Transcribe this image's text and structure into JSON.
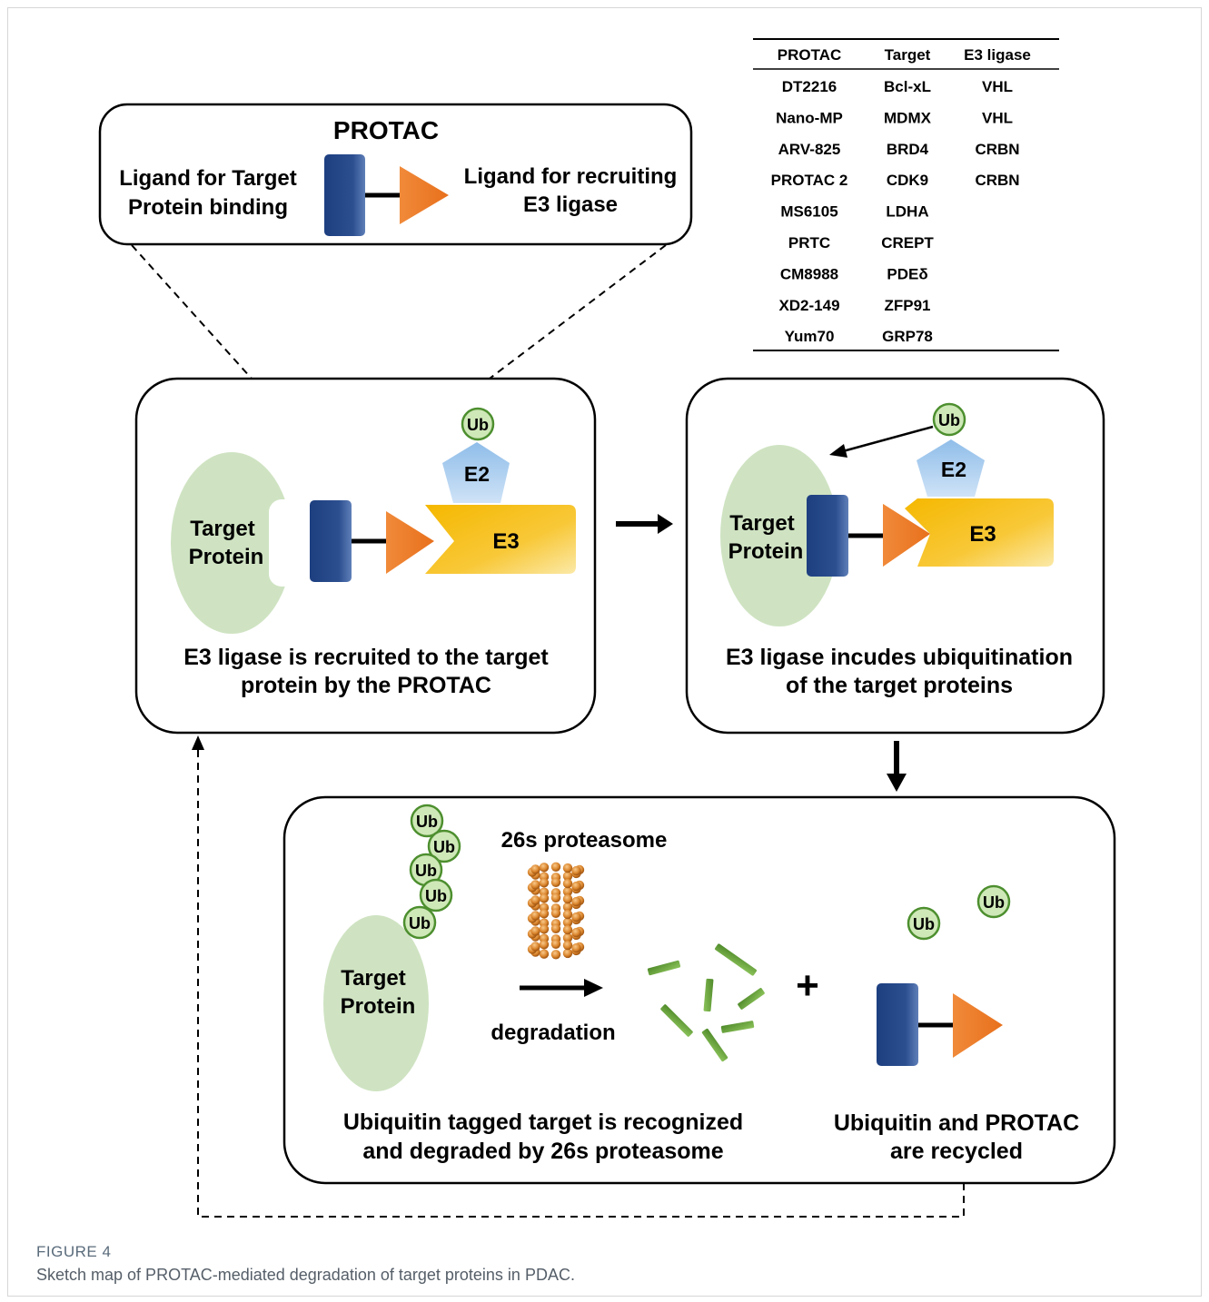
{
  "table": {
    "headers": [
      "PROTAC",
      "Target",
      "E3 ligase"
    ],
    "rows": [
      [
        "DT2216",
        "Bcl-xL",
        "VHL"
      ],
      [
        "Nano-MP",
        "MDMX",
        "VHL"
      ],
      [
        "ARV-825",
        "BRD4",
        "CRBN"
      ],
      [
        "PROTAC 2",
        "CDK9",
        "CRBN"
      ],
      [
        "MS6105",
        "LDHA",
        ""
      ],
      [
        "PRTC",
        "CREPT",
        ""
      ],
      [
        "CM8988",
        "PDEδ",
        ""
      ],
      [
        "XD2-149",
        "ZFP91",
        ""
      ],
      [
        "Yum70",
        "GRP78",
        ""
      ]
    ]
  },
  "protac_box": {
    "title": "PROTAC",
    "left_label": [
      "Ligand for Target",
      "Protein binding"
    ],
    "right_label": [
      "Ligand for recruiting",
      "E3 ligase"
    ]
  },
  "step1": {
    "target_label": [
      "Target",
      "Protein"
    ],
    "ub": "Ub",
    "e2": "E2",
    "e3": "E3",
    "caption": [
      "E3 ligase is recruited to the target",
      "protein by the PROTAC"
    ]
  },
  "step2": {
    "target_label": [
      "Target",
      "Protein"
    ],
    "ub": "Ub",
    "e2": "E2",
    "e3": "E3",
    "caption": [
      "E3 ligase incudes ubiquitination",
      "of the target proteins"
    ]
  },
  "step3": {
    "target_label": [
      "Target",
      "Protein"
    ],
    "ub_chain": [
      "Ub",
      "Ub",
      "Ub",
      "Ub",
      "Ub"
    ],
    "proteasome_label": "26s proteasome",
    "degradation_label": "degradation",
    "plus": "+",
    "free_ub": [
      "Ub",
      "Ub"
    ],
    "caption_left": [
      "Ubiquitin tagged target is recognized",
      "and degraded by 26s proteasome"
    ],
    "caption_right": [
      "Ubiquitin and PROTAC",
      "are recycled"
    ]
  },
  "figure": {
    "label": "FIGURE 4",
    "caption": "Sketch map of PROTAC-mediated degradation of target proteins in PDAC."
  },
  "colors": {
    "ligand_blue": "#2a4c8c",
    "ligand_orange": "#ec7a2a",
    "target_green": "#cfe3c2",
    "e3_yellow": "#f6bd14",
    "e2_blue": "#a9cdf0",
    "ub_fill": "#cfe8b8",
    "ub_stroke": "#4d8f2f",
    "fragment_green": "#6aa23e"
  }
}
